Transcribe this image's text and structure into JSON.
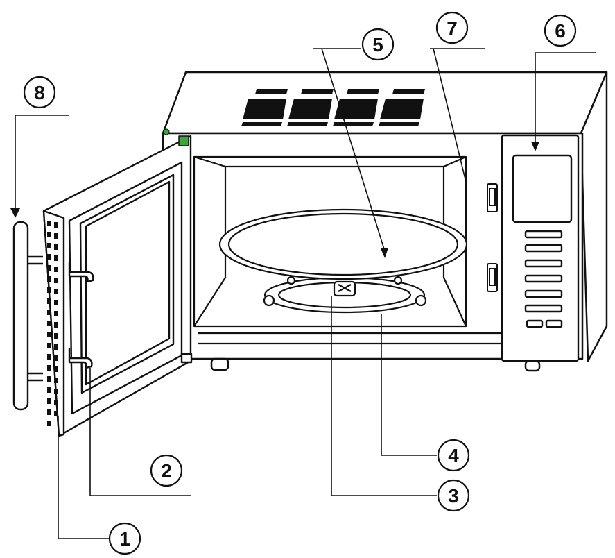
{
  "callouts": [
    {
      "id": "callout-1",
      "number": "1"
    },
    {
      "id": "callout-2",
      "number": "2"
    },
    {
      "id": "callout-3",
      "number": "3"
    },
    {
      "id": "callout-4",
      "number": "4"
    },
    {
      "id": "callout-5",
      "number": "5"
    },
    {
      "id": "callout-6",
      "number": "6"
    },
    {
      "id": "callout-7",
      "number": "7"
    },
    {
      "id": "callout-8",
      "number": "8"
    }
  ],
  "colors": {
    "line": "#111111",
    "background": "#ffffff",
    "hinge_accent": "#3ca63c"
  }
}
